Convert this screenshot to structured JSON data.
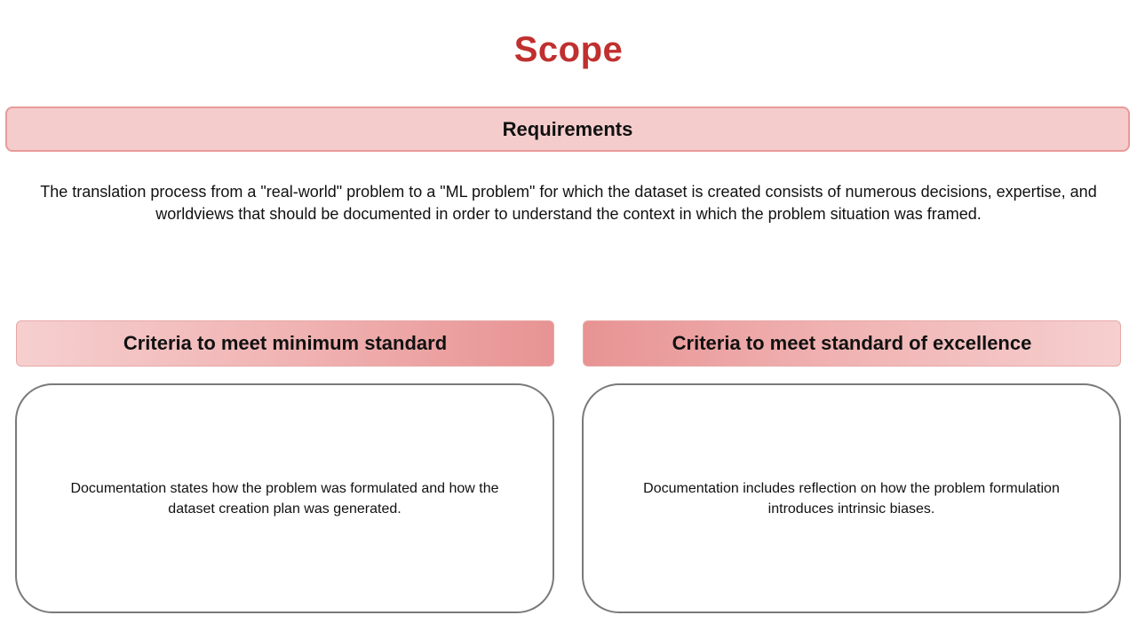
{
  "slide": {
    "title": "Scope"
  },
  "requirements": {
    "heading": "Requirements",
    "body": "The translation process from a \"real-world\" problem to a \"ML problem\" for which the dataset is created consists of numerous decisions, expertise, and worldviews that should be documented in order to understand the context in which the problem situation was framed."
  },
  "criteria": {
    "minimum": {
      "heading": "Criteria to meet minimum standard",
      "text": "Documentation states how the problem was formulated and how the dataset creation plan was generated."
    },
    "excellence": {
      "heading": "Criteria to meet standard of excellence",
      "text": "Documentation includes reflection on how the problem formulation introduces intrinsic biases."
    }
  },
  "colors": {
    "title": "#c0302e",
    "requirements_fill": "#f5cccc",
    "requirements_border": "#e89a9a",
    "header_gradient_dark": "#e89393",
    "header_gradient_light": "#f6cfcf",
    "box_border": "#7a7a7a"
  }
}
